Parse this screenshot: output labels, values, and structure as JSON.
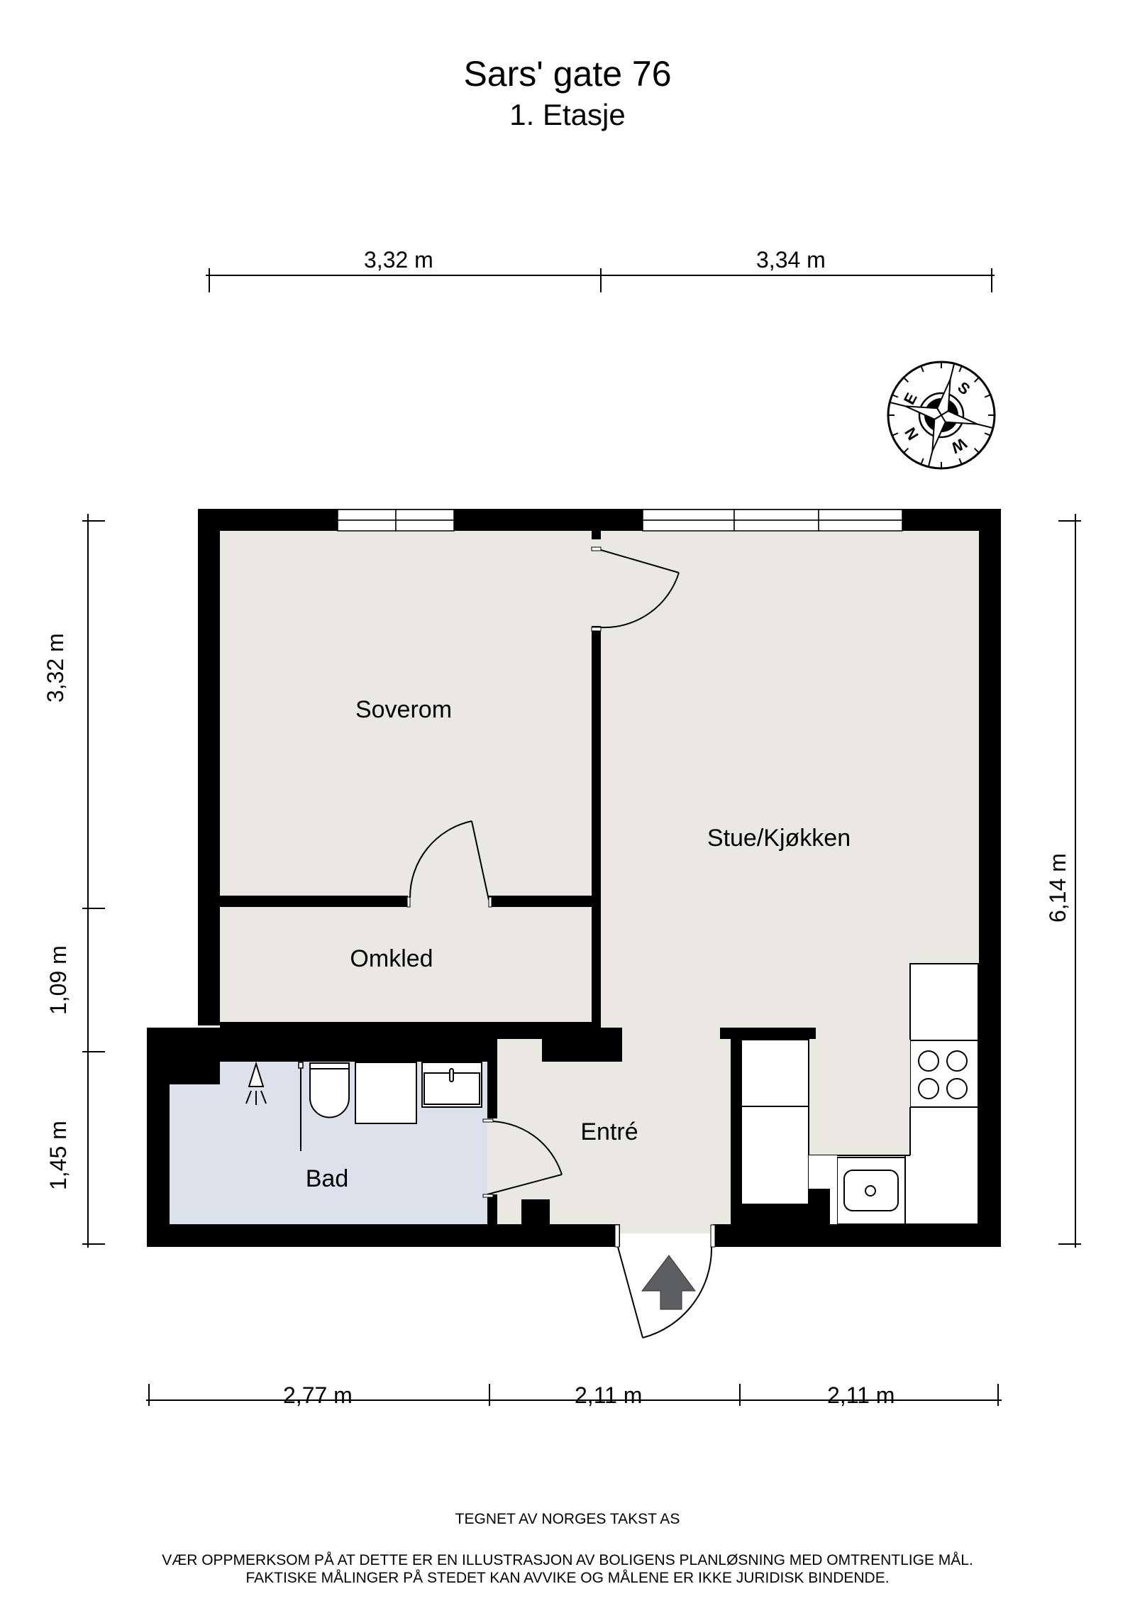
{
  "header": {
    "title": "Sars' gate 76",
    "subtitle": "1. Etasje"
  },
  "dimensions": {
    "top": [
      {
        "label": "3,32 m"
      },
      {
        "label": "3,34 m"
      }
    ],
    "left": [
      {
        "label": "3,32 m"
      },
      {
        "label": "1,09 m"
      },
      {
        "label": "1,45 m"
      }
    ],
    "right": [
      {
        "label": "6,14 m"
      }
    ],
    "bottom": [
      {
        "label": "2,77 m"
      },
      {
        "label": "2,11 m"
      },
      {
        "label": "2,11 m"
      }
    ]
  },
  "compass": {
    "icon": "compass-rose-icon",
    "letters": [
      "E",
      "S",
      "W",
      "N"
    ]
  },
  "rooms": [
    {
      "name": "Soverom"
    },
    {
      "name": "Stue/Kjøkken"
    },
    {
      "name": "Omkled"
    },
    {
      "name": "Bad"
    },
    {
      "name": "Entré"
    }
  ],
  "colors": {
    "wall": "#000000",
    "floor": "#e9e9e2",
    "bathroom_floor": "#dbe2ec",
    "fixture": "#ffffff",
    "entrance_arrow": "#5d5e62"
  },
  "footer": {
    "credit": "TEGNET AV NORGES TAKST AS",
    "disclaimer_line1": "VÆR OPPMERKSOM PÅ AT DETTE ER EN ILLUSTRASJON AV BOLIGENS PLANLØSNING MED OMTRENTLIGE MÅL.",
    "disclaimer_line2": "FAKTISKE MÅLINGER PÅ STEDET KAN AVVIKE OG MÅLENE ER IKKE JURIDISK BINDENDE."
  }
}
